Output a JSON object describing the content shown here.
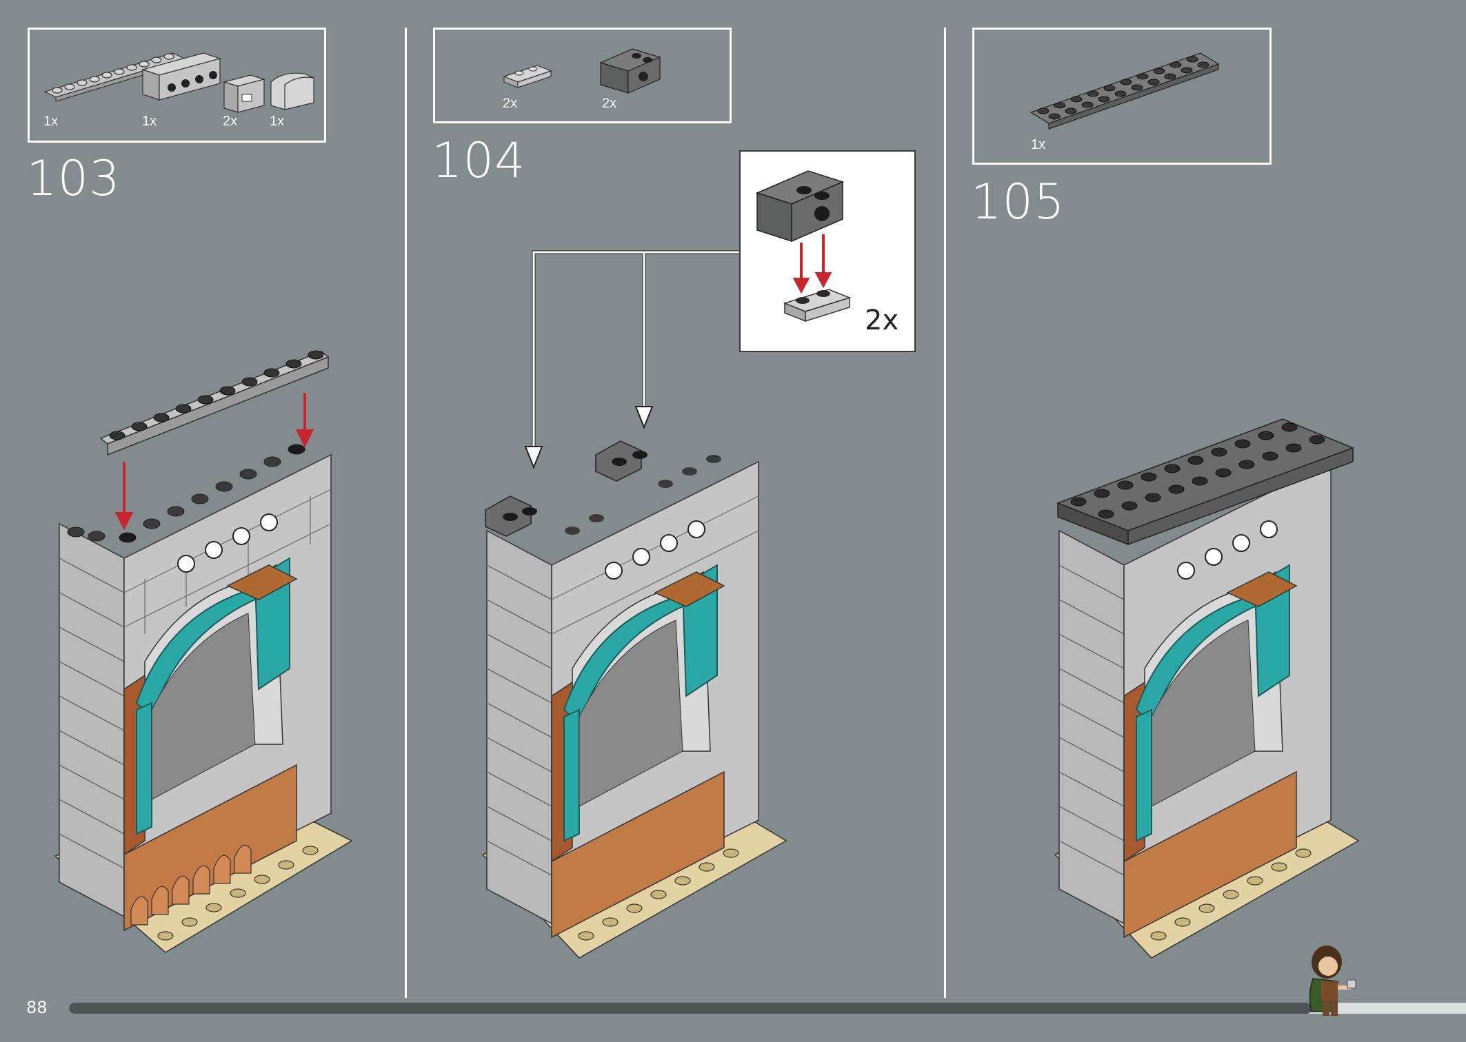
{
  "page_number": "88",
  "progress_percent": 89,
  "steps": [
    {
      "number": "103",
      "parts": [
        {
          "qty": "1x",
          "icon": "plate-1x10-light-gray"
        },
        {
          "qty": "1x",
          "icon": "technic-brick-1x4-light-gray"
        },
        {
          "qty": "2x",
          "icon": "brick-modified-light-gray"
        },
        {
          "qty": "1x",
          "icon": "curved-slope-light-gray"
        }
      ]
    },
    {
      "number": "104",
      "parts": [
        {
          "qty": "2x",
          "icon": "plate-1x2-light-gray"
        },
        {
          "qty": "2x",
          "icon": "technic-pin-connector-dark-gray"
        }
      ],
      "subassembly_qty": "2x"
    },
    {
      "number": "105",
      "parts": [
        {
          "qty": "1x",
          "icon": "plate-2x10-dark-gray"
        }
      ]
    }
  ],
  "colors": {
    "background": "#828b8d",
    "light_gray": "#c4c5c4",
    "dark_gray": "#5d5e5e",
    "teal": "#2aa8a5",
    "brown": "#a85a2c",
    "tan": "#e3d3a3",
    "arrow_red": "#c8252c"
  }
}
